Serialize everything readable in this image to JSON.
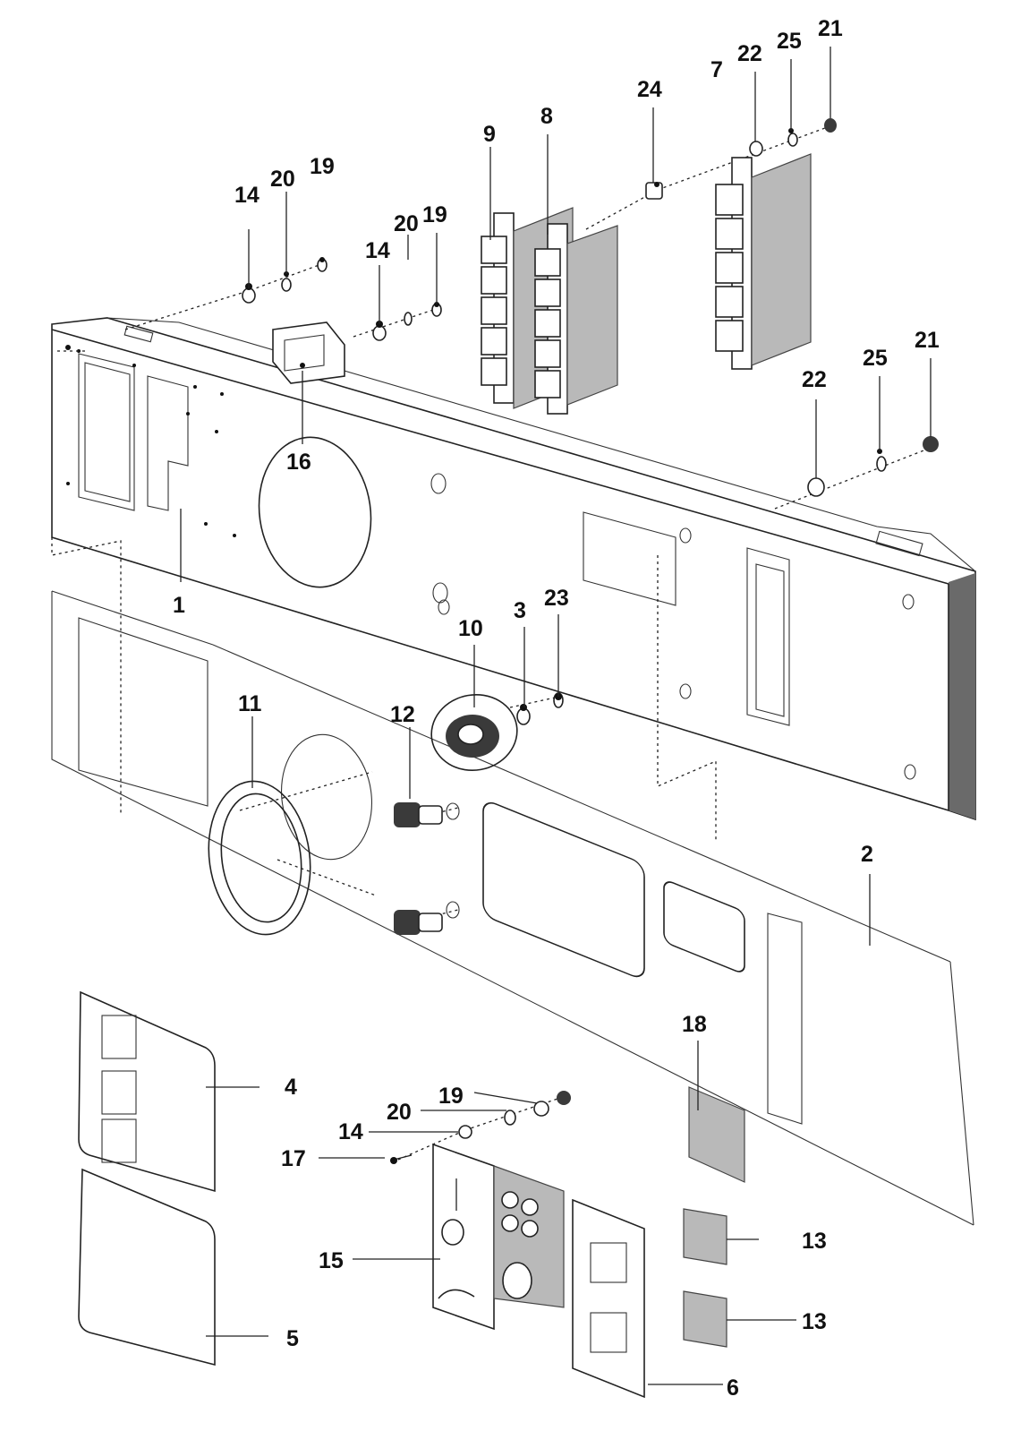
{
  "colors": {
    "line": "#222222",
    "text": "#111111",
    "background": "#ffffff",
    "shade": "#6a6a6a"
  },
  "callouts": [
    {
      "id": "c1",
      "label": "1"
    },
    {
      "id": "c2",
      "label": "2"
    },
    {
      "id": "c3",
      "label": "3"
    },
    {
      "id": "c4",
      "label": "4"
    },
    {
      "id": "c5",
      "label": "5"
    },
    {
      "id": "c6",
      "label": "6"
    },
    {
      "id": "c7",
      "label": "7"
    },
    {
      "id": "c8",
      "label": "8"
    },
    {
      "id": "c9",
      "label": "9"
    },
    {
      "id": "c10",
      "label": "10"
    },
    {
      "id": "c11",
      "label": "11"
    },
    {
      "id": "c12",
      "label": "12"
    },
    {
      "id": "c13a",
      "label": "13"
    },
    {
      "id": "c13b",
      "label": "13"
    },
    {
      "id": "c14a",
      "label": "14"
    },
    {
      "id": "c14b",
      "label": "14"
    },
    {
      "id": "c14c",
      "label": "14"
    },
    {
      "id": "c15",
      "label": "15"
    },
    {
      "id": "c16",
      "label": "16"
    },
    {
      "id": "c17",
      "label": "17"
    },
    {
      "id": "c18",
      "label": "18"
    },
    {
      "id": "c19a",
      "label": "19"
    },
    {
      "id": "c19b",
      "label": "19"
    },
    {
      "id": "c19c",
      "label": "19"
    },
    {
      "id": "c20a",
      "label": "20"
    },
    {
      "id": "c20b",
      "label": "20"
    },
    {
      "id": "c20c",
      "label": "20"
    },
    {
      "id": "c21a",
      "label": "21"
    },
    {
      "id": "c21b",
      "label": "21"
    },
    {
      "id": "c22a",
      "label": "22"
    },
    {
      "id": "c22b",
      "label": "22"
    },
    {
      "id": "c23",
      "label": "23"
    },
    {
      "id": "c24",
      "label": "24"
    },
    {
      "id": "c25a",
      "label": "25"
    },
    {
      "id": "c25b",
      "label": "25"
    }
  ]
}
